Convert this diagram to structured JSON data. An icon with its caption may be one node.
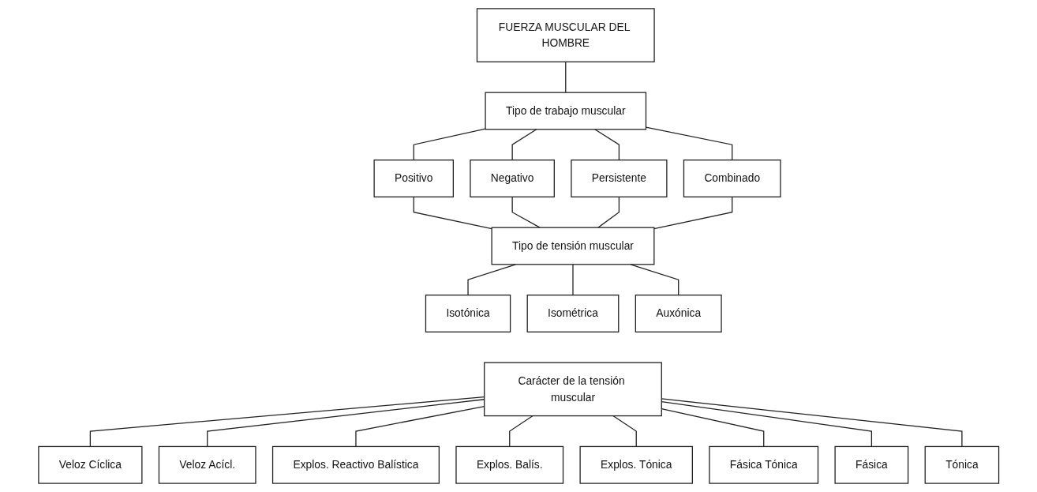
{
  "diagram": {
    "nodes": [
      {
        "text": [
          "FUERZA MUSCULAR DEL HOMBRE"
        ]
      },
      {
        "text": [
          "Tipo de trabajo muscular"
        ]
      },
      {
        "text": [
          "Positivo"
        ]
      },
      {
        "text": [
          "Negativo"
        ]
      },
      {
        "text": [
          "Persistente"
        ]
      },
      {
        "text": [
          "Combinado"
        ]
      },
      {
        "text": [
          "Tipo de tensión muscular"
        ]
      },
      {
        "text": [
          "Isotónica"
        ]
      },
      {
        "text": [
          "Isométrica"
        ]
      },
      {
        "text": [
          "Auxónica"
        ]
      },
      {
        "text": [
          "Carácter de la tensión muscular"
        ]
      },
      {
        "text": [
          "Veloz Cíclica"
        ]
      },
      {
        "text": [
          "Veloz Acícl."
        ]
      },
      {
        "text": [
          "Explos. Reactivo Balística"
        ]
      },
      {
        "text": [
          "Explos. Balís."
        ]
      },
      {
        "text": [
          "Explos. Tónica"
        ]
      },
      {
        "text": [
          "Fásica Tónica"
        ]
      },
      {
        "text": [
          "Fásica"
        ]
      },
      {
        "text": [
          "Tónica"
        ]
      }
    ],
    "edges": [
      {
        "from": 0,
        "to": 1,
        "arrow": "none"
      },
      {
        "from": 1,
        "to": 2,
        "arrow": "none"
      },
      {
        "from": 1,
        "to": 3,
        "arrow": "none"
      },
      {
        "from": 1,
        "to": 4,
        "arrow": "none"
      },
      {
        "from": 1,
        "to": 5,
        "arrow": "none"
      },
      {
        "from": 2,
        "to": 6,
        "arrow": "none"
      },
      {
        "from": 3,
        "to": 6,
        "arrow": "none"
      },
      {
        "from": 4,
        "to": 6,
        "arrow": "none"
      },
      {
        "from": 5,
        "to": 6,
        "arrow": "none"
      },
      {
        "from": 6,
        "to": 7,
        "arrow": "none"
      },
      {
        "from": 6,
        "to": 8,
        "arrow": "none"
      },
      {
        "from": 6,
        "to": 9,
        "arrow": "none"
      },
      {
        "from": 10,
        "to": 11,
        "arrow": "none"
      },
      {
        "from": 10,
        "to": 12,
        "arrow": "none"
      },
      {
        "from": 10,
        "to": 13,
        "arrow": "none"
      },
      {
        "from": 10,
        "to": 14,
        "arrow": "none"
      },
      {
        "from": 10,
        "to": 15,
        "arrow": "none"
      },
      {
        "from": 10,
        "to": 16,
        "arrow": "none"
      },
      {
        "from": 10,
        "to": 17,
        "arrow": "none"
      },
      {
        "from": 10,
        "to": 18,
        "arrow": "none"
      }
    ]
  }
}
